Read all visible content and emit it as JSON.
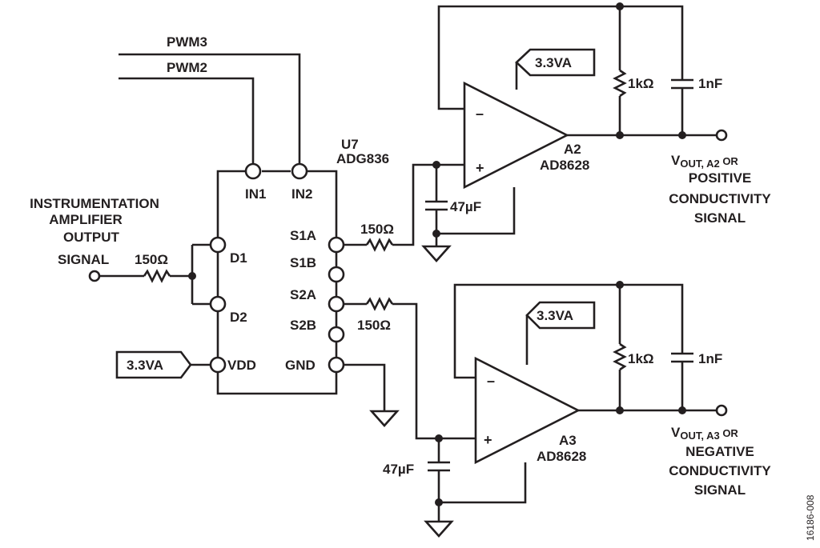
{
  "signals": {
    "pwm3": "PWM3",
    "pwm2": "PWM2",
    "input_line1": "INSTRUMENTATION",
    "input_line2": "AMPLIFIER",
    "input_line3": "OUTPUT",
    "input_line4": "SIGNAL"
  },
  "switch_ic": {
    "designator": "U7",
    "part": "ADG836",
    "pins": {
      "in1": "IN1",
      "in2": "IN2",
      "d1": "D1",
      "d2": "D2",
      "s1a": "S1A",
      "s1b": "S1B",
      "s2a": "S2A",
      "s2b": "S2B",
      "vdd": "VDD",
      "gnd": "GND"
    }
  },
  "supplies": {
    "switch_supply": "3.3VA",
    "a2_supply": "3.3VA",
    "a3_supply": "3.3VA"
  },
  "components": {
    "r_input": "150Ω",
    "r_s1a": "150Ω",
    "r_s2a": "150Ω",
    "c_a2_in": "47µF",
    "c_a3_in": "47µF",
    "r_a2_fb": "1kΩ",
    "c_a2_fb": "1nF",
    "r_a3_fb": "1kΩ",
    "c_a3_fb": "1nF"
  },
  "amplifiers": {
    "a2": {
      "designator": "A2",
      "part": "AD8628",
      "minus": "–",
      "plus": "+"
    },
    "a3": {
      "designator": "A3",
      "part": "AD8628",
      "minus": "–",
      "plus": "+"
    }
  },
  "outputs": {
    "a2_v": "V",
    "a2_sub": "OUT, A2",
    "a2_or": " OR",
    "a2_line2": "POSITIVE",
    "a2_line3": "CONDUCTIVITY",
    "a2_line4": "SIGNAL",
    "a3_v": "V",
    "a3_sub": "OUT, A3",
    "a3_or": " OR",
    "a3_line2": "NEGATIVE",
    "a3_line3": "CONDUCTIVITY",
    "a3_line4": "SIGNAL"
  },
  "figure_code": "16186-008"
}
